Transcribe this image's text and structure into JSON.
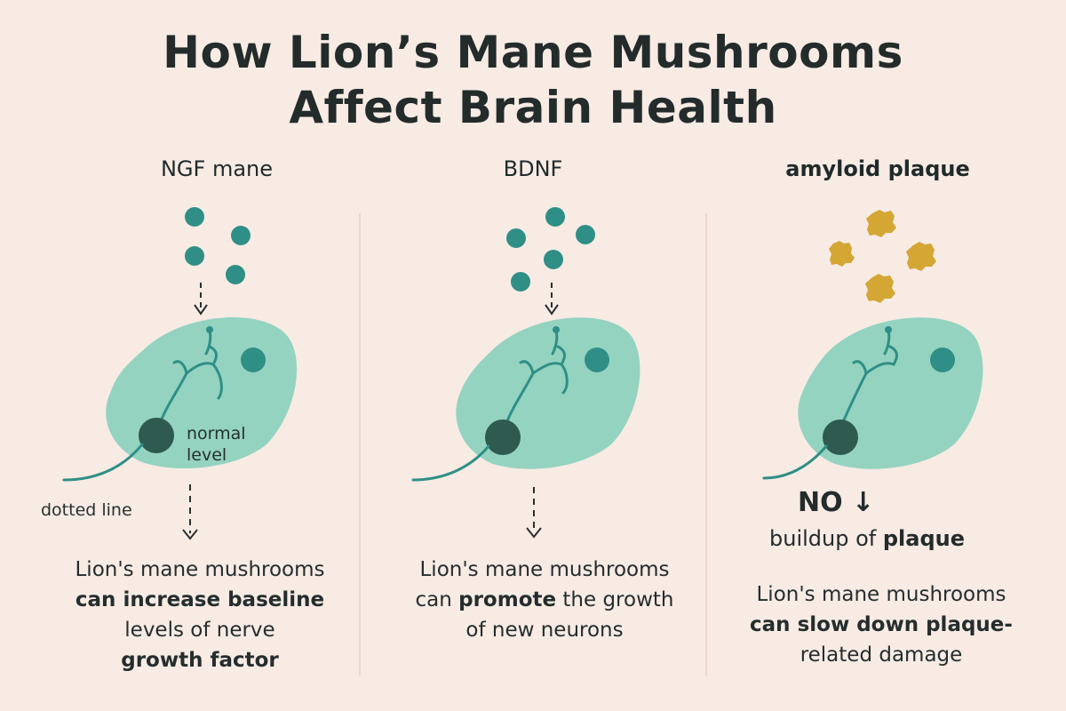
{
  "title": {
    "line1": "How Lion’s Mane Mushrooms",
    "line2": "Affect Brain Health"
  },
  "panels": [
    {
      "heading": "NGF mane",
      "labels": {
        "normal": "normal",
        "level": "level",
        "dotted": "dotted line"
      },
      "caption": {
        "l1": "Lion's mane mushrooms",
        "l2a": "can ",
        "l2b": "increase baseline",
        "l3": "levels of nerve",
        "l4": "growth factor"
      }
    },
    {
      "heading": "BDNF",
      "caption": {
        "l1": "Lion's mane mushrooms",
        "l2a": "can ",
        "l2b": "promote",
        "l2c": " the growth",
        "l3": "of new neurons"
      }
    },
    {
      "heading": "amyloid plaque",
      "no_label": "NO ↓",
      "buildup": {
        "a": "buildup of ",
        "b": "plaque"
      },
      "caption": {
        "l1": "Lion's mane mushrooms",
        "l2": "can slow down plaque-",
        "l3": "related damage"
      }
    }
  ],
  "colors": {
    "background": "#f7ebe4",
    "cell": "#94d3c0",
    "teal": "#2f8f86",
    "nucleus": "#2e5a4f",
    "plaque": "#d4a634"
  }
}
